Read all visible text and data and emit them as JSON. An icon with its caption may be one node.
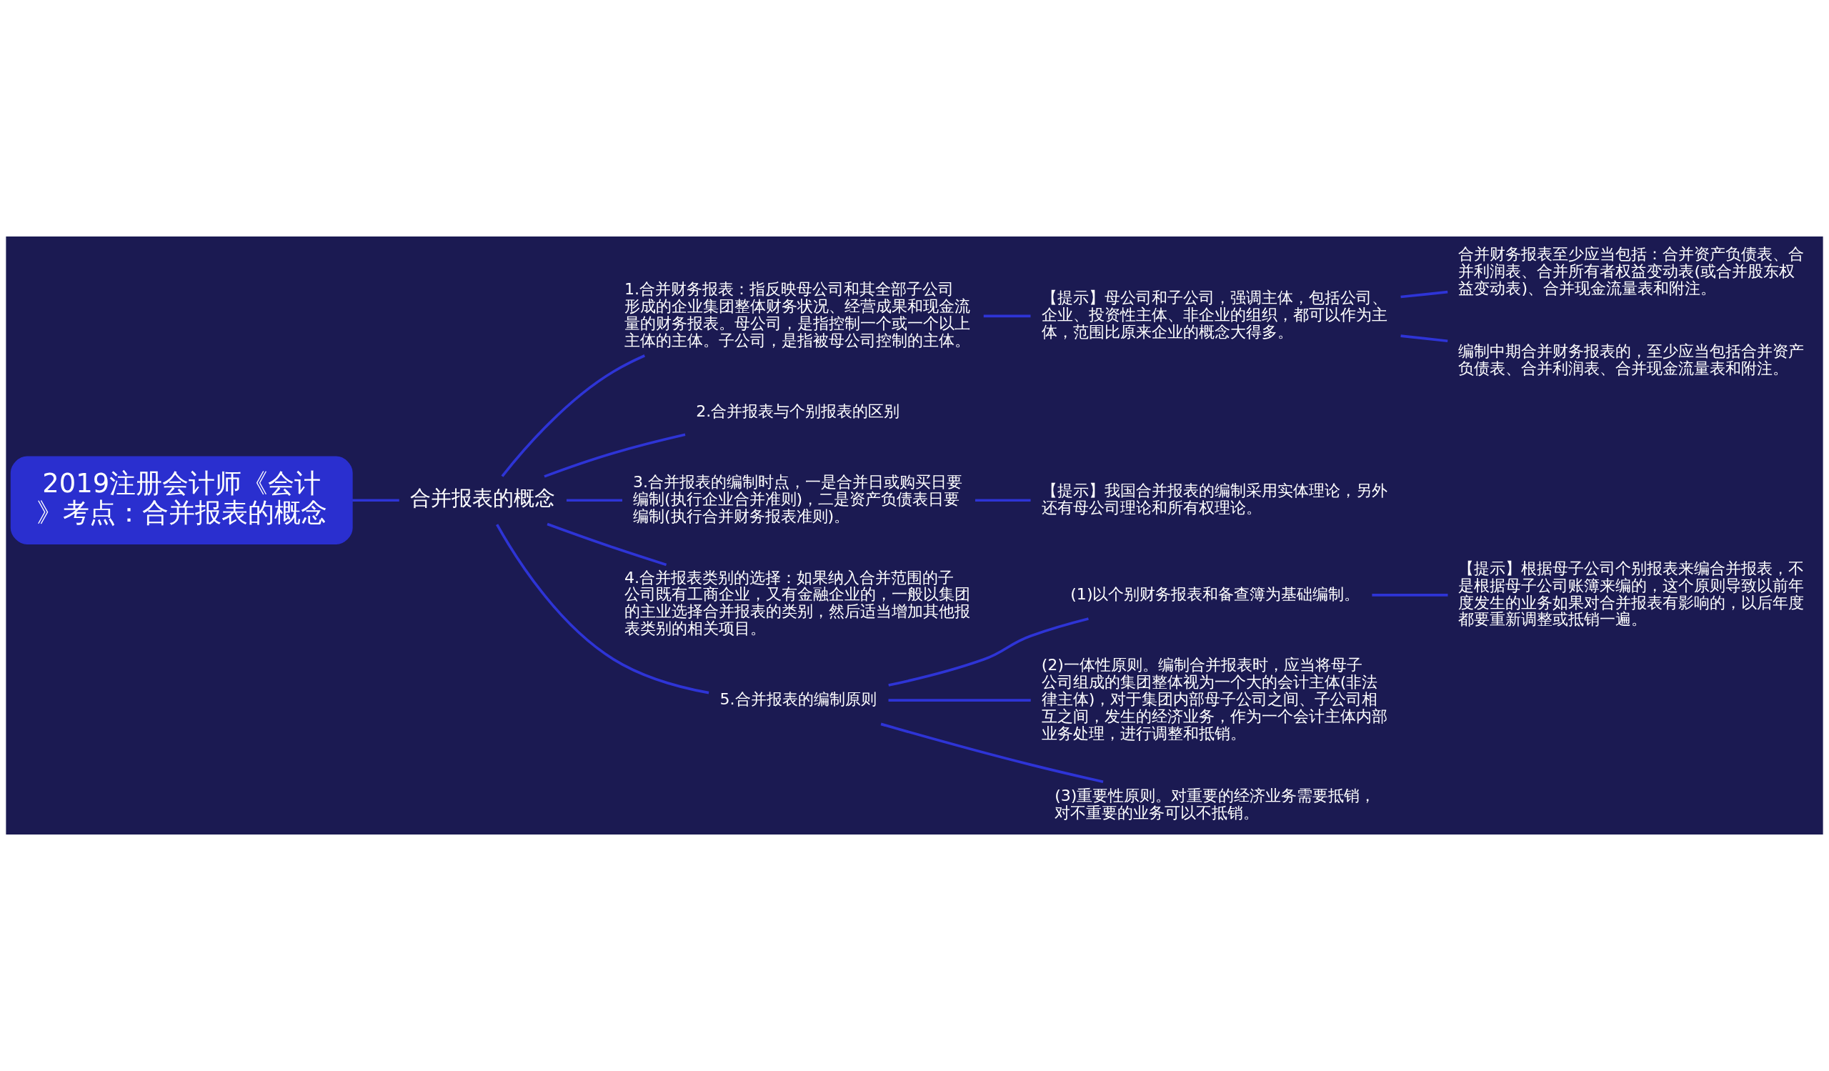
{
  "diagram": {
    "nodes": [
      {
        "text": [
          "2019注册会计师《会计》考点：合并报表的概念"
        ]
      },
      {
        "text": [
          "合并报表的概念"
        ]
      },
      {
        "text": [
          "1.合并财务报表：指反映母公司和其全部子公司形成的企业集团整体财务状况、经营成果和现金流量的财务报表。母公司，是指控制一个或一个以上主体的主体。子公司，是指被母公司控制的主体。"
        ]
      },
      {
        "text": [
          "【提示】母公司和子公司，强调主体，包括公司、企业、投资性主体、非企业的组织，都可以作为主体，范围比原来企业的概念大得多。"
        ]
      },
      {
        "text": [
          "合并财务报表至少应当包括：合并资产负债表、合并利润表、合并所有者权益变动表(或合并股东权益变动表)、合并现金流量表和附注。"
        ]
      },
      {
        "text": [
          "编制中期合并财务报表的，至少应当包括合并资产负债表、合并利润表、合并现金流量表和附注。"
        ]
      },
      {
        "text": [
          "2.合并报表与个别报表的区别"
        ]
      },
      {
        "text": [
          "3.合并报表的编制时点，一是合并日或购买日要编制(执行企业合并准则)，二是资产负债表日要编制(执行合并财务报表准则)。"
        ]
      },
      {
        "text": [
          "【提示】我国合并报表的编制采用实体理论，另外还有母公司理论和所有权理论。"
        ]
      },
      {
        "text": [
          "4.合并报表类别的选择：如果纳入合并范围的子公司既有工商企业，又有金融企业的，一般以集团的主业选择合并报表的类别，然后适当增加其他报表类别的相关项目。"
        ]
      },
      {
        "text": [
          "5.合并报表的编制原则"
        ]
      },
      {
        "text": [
          "(1)以个别财务报表和备查簿为基础编制。"
        ]
      },
      {
        "text": [
          "【提示】根据母子公司个别报表来编合并报表，不是根据母子公司账簿来编的，这个原则导致以前年度发生的业务如果对合并报表有影响的，以后年度都要重新调整或抵销一遍。"
        ]
      },
      {
        "text": [
          "(2)一体性原则。编制合并报表时，应当将母子公司组成的集团整体视为一个大的会计主体(非法律主体)，对于集团内部母子公司之间、子公司相互之间，发生的经济业务，作为一个会计主体内部业务处理，进行调整和抵销。"
        ]
      },
      {
        "text": [
          "(3)重要性原则。对重要的经济业务需要抵销，对不重要的业务可以不抵销。"
        ]
      }
    ],
    "edges": [
      {
        "from": 0,
        "to": 1,
        "arrow": "none"
      },
      {
        "from": 1,
        "to": 2,
        "arrow": "none"
      },
      {
        "from": 2,
        "to": 3,
        "arrow": "none"
      },
      {
        "from": 3,
        "to": 4,
        "arrow": "none"
      },
      {
        "from": 3,
        "to": 5,
        "arrow": "none"
      },
      {
        "from": 1,
        "to": 6,
        "arrow": "none"
      },
      {
        "from": 1,
        "to": 7,
        "arrow": "none"
      },
      {
        "from": 7,
        "to": 8,
        "arrow": "none"
      },
      {
        "from": 1,
        "to": 9,
        "arrow": "none"
      },
      {
        "from": 1,
        "to": 10,
        "arrow": "none"
      },
      {
        "from": 10,
        "to": 11,
        "arrow": "none"
      },
      {
        "from": 11,
        "to": 12,
        "arrow": "none"
      },
      {
        "from": 10,
        "to": 13,
        "arrow": "none"
      },
      {
        "from": 10,
        "to": 14,
        "arrow": "none"
      }
    ]
  }
}
